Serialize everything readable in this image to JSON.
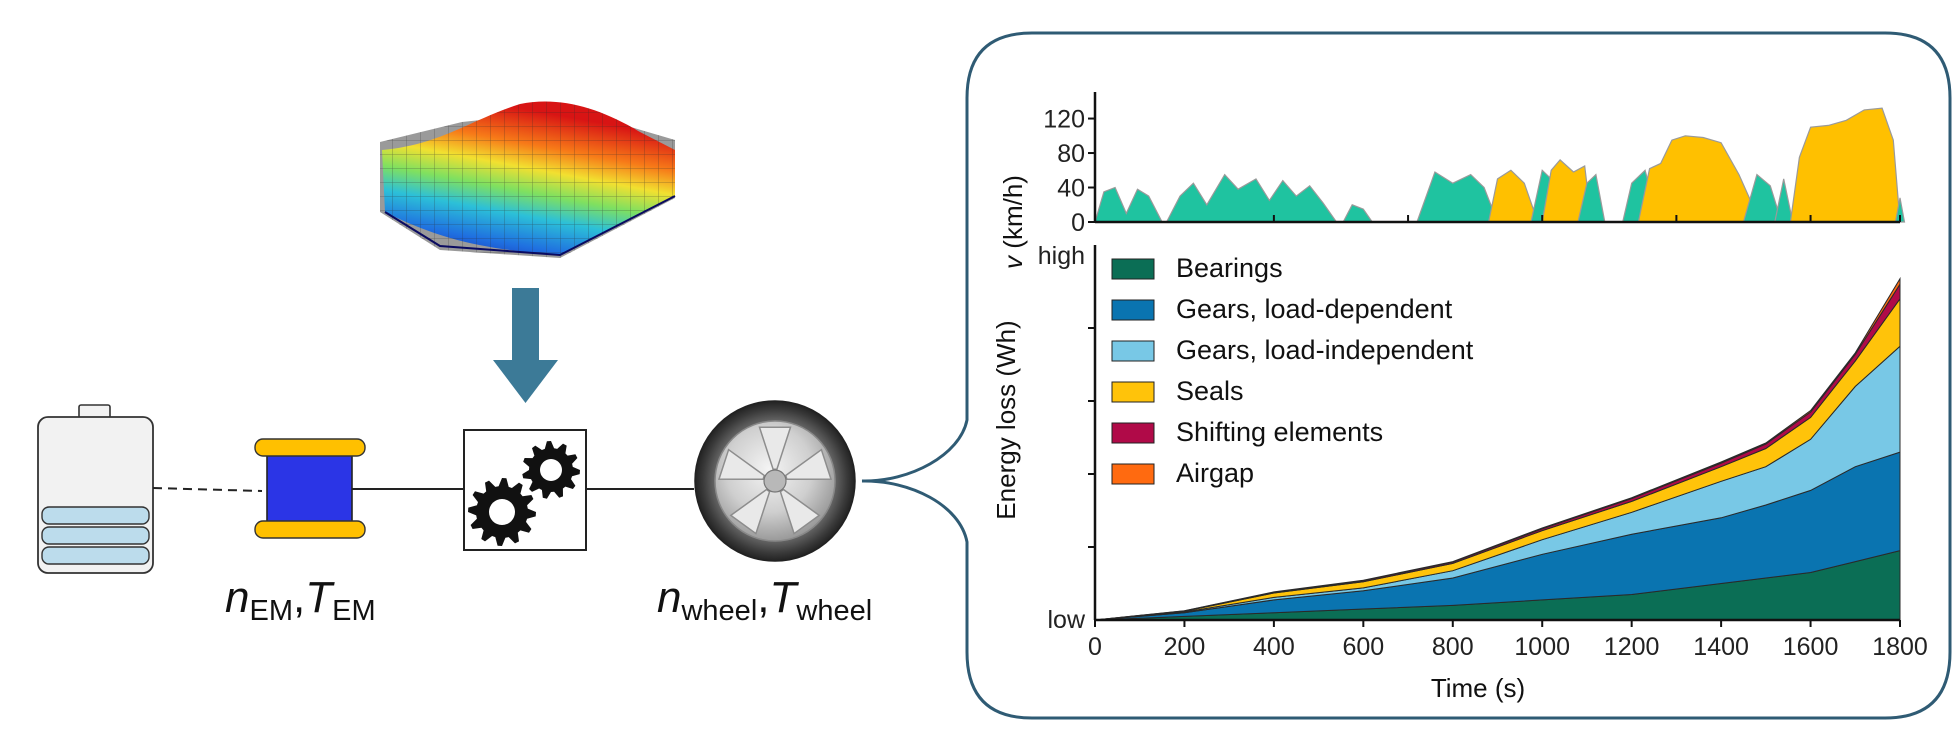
{
  "labels": {
    "em_var": "n",
    "em_sub": "EM",
    "em_sep": ",",
    "em_var2": "T",
    "em_sub2": "EM",
    "wheel_var": "n",
    "wheel_sub": "wheel",
    "wheel_sep": ",",
    "wheel_var2": "T",
    "wheel_sub2": "wheel"
  },
  "colors": {
    "panel_border": "#2f5b74",
    "arrow": "#3c7a97",
    "motor_blue": "#2b35e6",
    "motor_yellow": "#ffc000",
    "battery_cell": "#bcdcec",
    "speed_green": "#1fc3a0",
    "speed_yellow": "#ffc000"
  },
  "chart_data": [
    {
      "type": "area",
      "name": "speed",
      "ylabel": {
        "var": "v",
        "unit": " (km/h)"
      },
      "yticks": [
        "0",
        "40",
        "80",
        "120"
      ],
      "ylim": [
        0,
        145
      ],
      "xlim": [
        0,
        1800
      ],
      "note": "profile coloured by powertrain state",
      "segments": [
        {
          "state": "green",
          "x": [
            0,
            20,
            45,
            70,
            95,
            120,
            150
          ],
          "y": [
            0,
            35,
            40,
            10,
            38,
            30,
            0
          ]
        },
        {
          "state": "green",
          "x": [
            160,
            190,
            220,
            250,
            290,
            320,
            360,
            390,
            420,
            450,
            480,
            510,
            540
          ],
          "y": [
            0,
            30,
            45,
            20,
            55,
            38,
            50,
            25,
            48,
            30,
            42,
            22,
            0
          ]
        },
        {
          "state": "green",
          "x": [
            555,
            575,
            600,
            620
          ],
          "y": [
            0,
            20,
            15,
            0
          ]
        },
        {
          "state": "green",
          "x": [
            720,
            760,
            800,
            840,
            870,
            900
          ],
          "y": [
            0,
            58,
            45,
            55,
            40,
            0
          ]
        },
        {
          "state": "yellow",
          "x": [
            880,
            900,
            930,
            960,
            990
          ],
          "y": [
            0,
            50,
            60,
            45,
            0
          ]
        },
        {
          "state": "green",
          "x": [
            975,
            1000,
            1020,
            1050
          ],
          "y": [
            0,
            60,
            50,
            0
          ]
        },
        {
          "state": "yellow",
          "x": [
            1000,
            1020,
            1040,
            1070,
            1095,
            1110
          ],
          "y": [
            0,
            60,
            72,
            58,
            65,
            0
          ]
        },
        {
          "state": "green",
          "x": [
            1080,
            1100,
            1120,
            1140
          ],
          "y": [
            0,
            45,
            55,
            0
          ]
        },
        {
          "state": "green",
          "x": [
            1180,
            1200,
            1230,
            1260
          ],
          "y": [
            0,
            45,
            60,
            0
          ]
        },
        {
          "state": "yellow",
          "x": [
            1215,
            1240,
            1265,
            1290,
            1320,
            1360,
            1400,
            1440,
            1470,
            1490
          ],
          "y": [
            0,
            62,
            68,
            95,
            100,
            98,
            92,
            55,
            20,
            0
          ]
        },
        {
          "state": "green",
          "x": [
            1450,
            1480,
            1510,
            1535
          ],
          "y": [
            0,
            55,
            42,
            0
          ]
        },
        {
          "state": "green",
          "x": [
            1520,
            1540,
            1560
          ],
          "y": [
            0,
            50,
            0
          ]
        },
        {
          "state": "yellow",
          "x": [
            1555,
            1575,
            1600,
            1640,
            1680,
            1720,
            1760,
            1785,
            1800
          ],
          "y": [
            0,
            75,
            110,
            112,
            118,
            130,
            132,
            95,
            0
          ]
        },
        {
          "state": "green",
          "x": [
            1790,
            1800,
            1810
          ],
          "y": [
            0,
            28,
            0
          ]
        }
      ]
    },
    {
      "type": "area",
      "name": "energy_loss",
      "stacked": true,
      "xlabel": "Time (s)",
      "ylabel": "Energy loss (Wh)",
      "yticks": [
        "low",
        "high"
      ],
      "xticks": [
        "0",
        "200",
        "400",
        "600",
        "800",
        "1000",
        "1200",
        "1400",
        "1600",
        "1800"
      ],
      "xlim": [
        0,
        1800
      ],
      "ylim": [
        0,
        1
      ],
      "legend_position": "top-left",
      "x": [
        0,
        200,
        400,
        600,
        800,
        1000,
        1200,
        1400,
        1500,
        1600,
        1700,
        1800
      ],
      "series": [
        {
          "name": "Bearings",
          "color": "#0b6e55",
          "values": [
            0,
            0.01,
            0.02,
            0.03,
            0.04,
            0.055,
            0.07,
            0.1,
            0.115,
            0.13,
            0.16,
            0.19
          ]
        },
        {
          "name": "Gears, load-dependent",
          "color": "#0a74b0",
          "values": [
            0,
            0.01,
            0.035,
            0.05,
            0.075,
            0.125,
            0.165,
            0.18,
            0.2,
            0.225,
            0.26,
            0.27
          ]
        },
        {
          "name": "Gears, load-independent",
          "color": "#78c8e6",
          "values": [
            0,
            0.002,
            0.007,
            0.008,
            0.02,
            0.04,
            0.06,
            0.1,
            0.105,
            0.14,
            0.22,
            0.29
          ]
        },
        {
          "name": "Seals",
          "color": "#ffc30a",
          "values": [
            0,
            0.002,
            0.012,
            0.017,
            0.02,
            0.025,
            0.03,
            0.04,
            0.05,
            0.06,
            0.07,
            0.13
          ]
        },
        {
          "name": "Shifting elements",
          "color": "#b00a48",
          "values": [
            0,
            0.001,
            0.002,
            0.003,
            0.004,
            0.005,
            0.008,
            0.01,
            0.012,
            0.015,
            0.018,
            0.04
          ]
        },
        {
          "name": "Airgap",
          "color": "#ff6a10",
          "values": [
            0,
            0.0005,
            0.001,
            0.001,
            0.001,
            0.002,
            0.002,
            0.003,
            0.003,
            0.004,
            0.004,
            0.015
          ]
        }
      ]
    }
  ]
}
